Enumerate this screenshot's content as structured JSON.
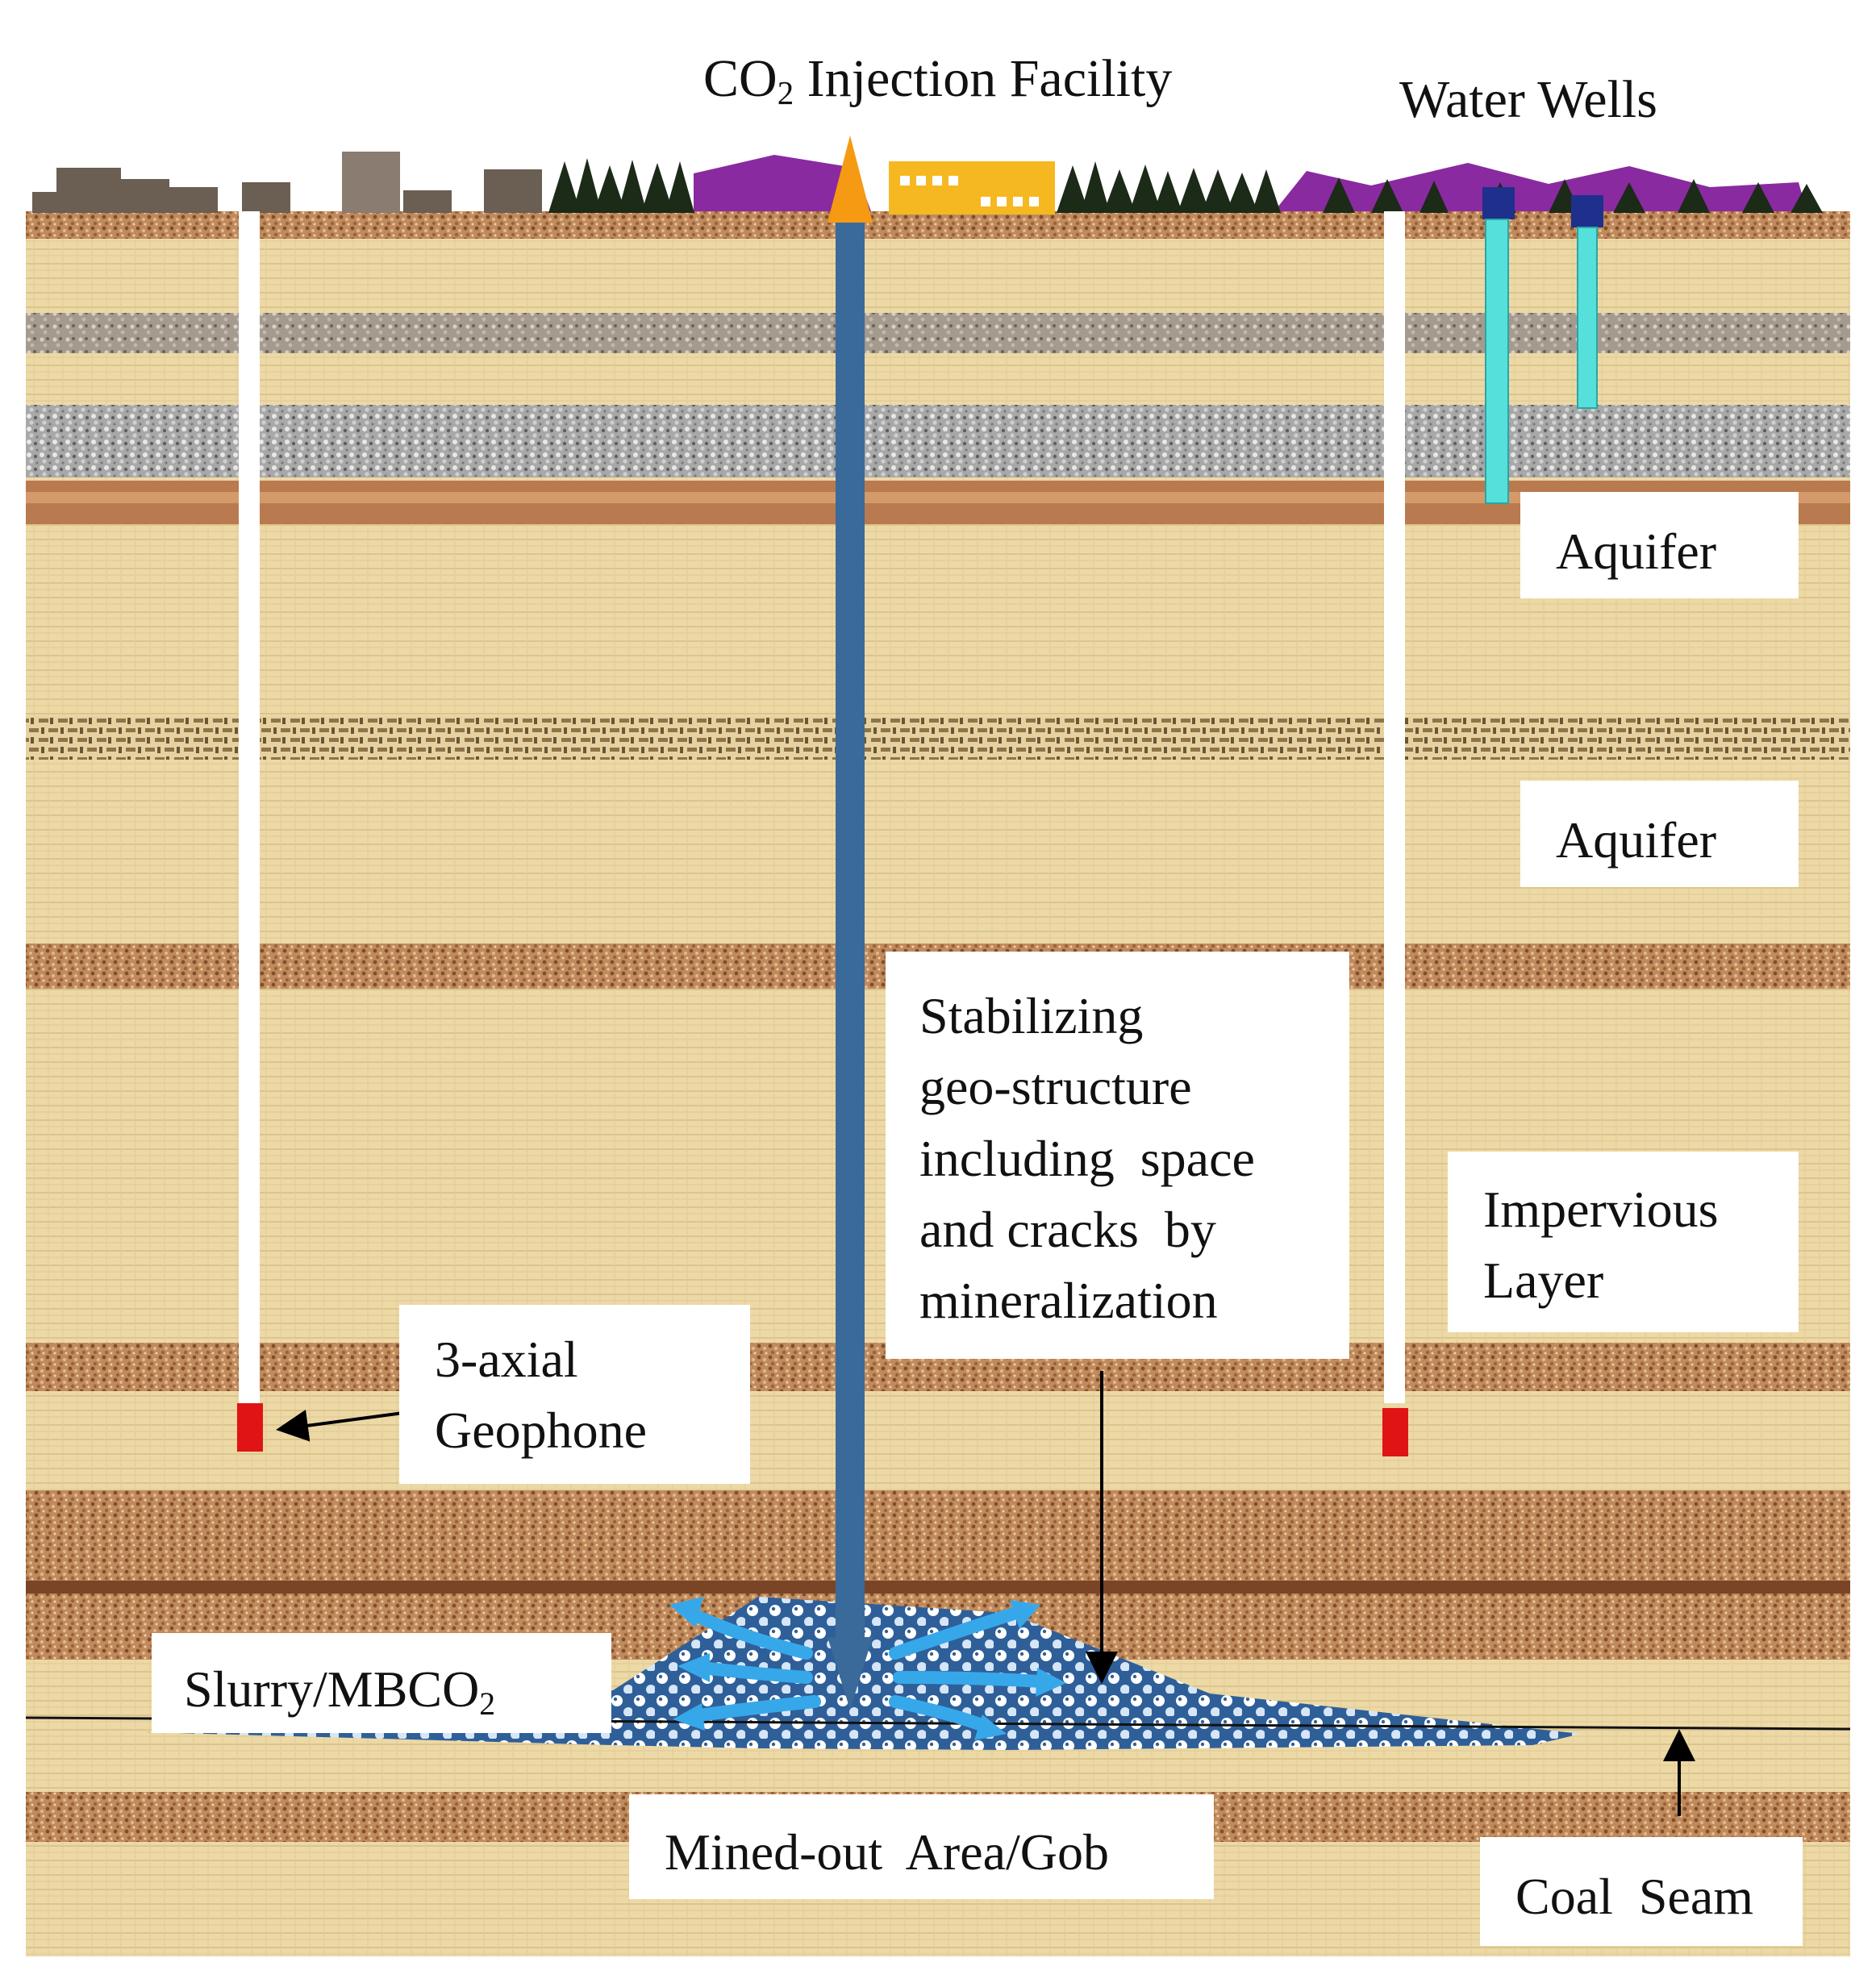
{
  "labels": {
    "co2_facility": {
      "main": "CO",
      "sub": "2",
      "rest": " Injection Facility"
    },
    "water_wells": "Water Wells",
    "aquifer_upper": "Aquifer",
    "aquifer_lower": "Aquifer",
    "stabilizing": [
      "Stabilizing",
      "geo-structure",
      "including  space",
      "and cracks  by",
      "mineralization"
    ],
    "impervious": [
      "Impervious",
      "Layer"
    ],
    "geophone": [
      "3-axial",
      "Geophone"
    ],
    "slurry": {
      "main": "Slurry/MBCO",
      "sub": "2"
    },
    "mined_out": "Mined-out  Area/Gob",
    "coal_seam": "Coal  Seam"
  },
  "colors": {
    "sandstone": "#ecd9a6",
    "shale_band": "#b87a4e",
    "gravel": "#9a9a9a",
    "injection_pipe": "#3a6a9a",
    "water_well": "#55e0dc",
    "geophone": "#e01414",
    "facility_building": "#f5b820",
    "facility_arrow": "#f59a12",
    "mountains": "#8a2aa0",
    "slurry_fill": "#2f5f99",
    "flow_arrows": "#36a8ea"
  }
}
